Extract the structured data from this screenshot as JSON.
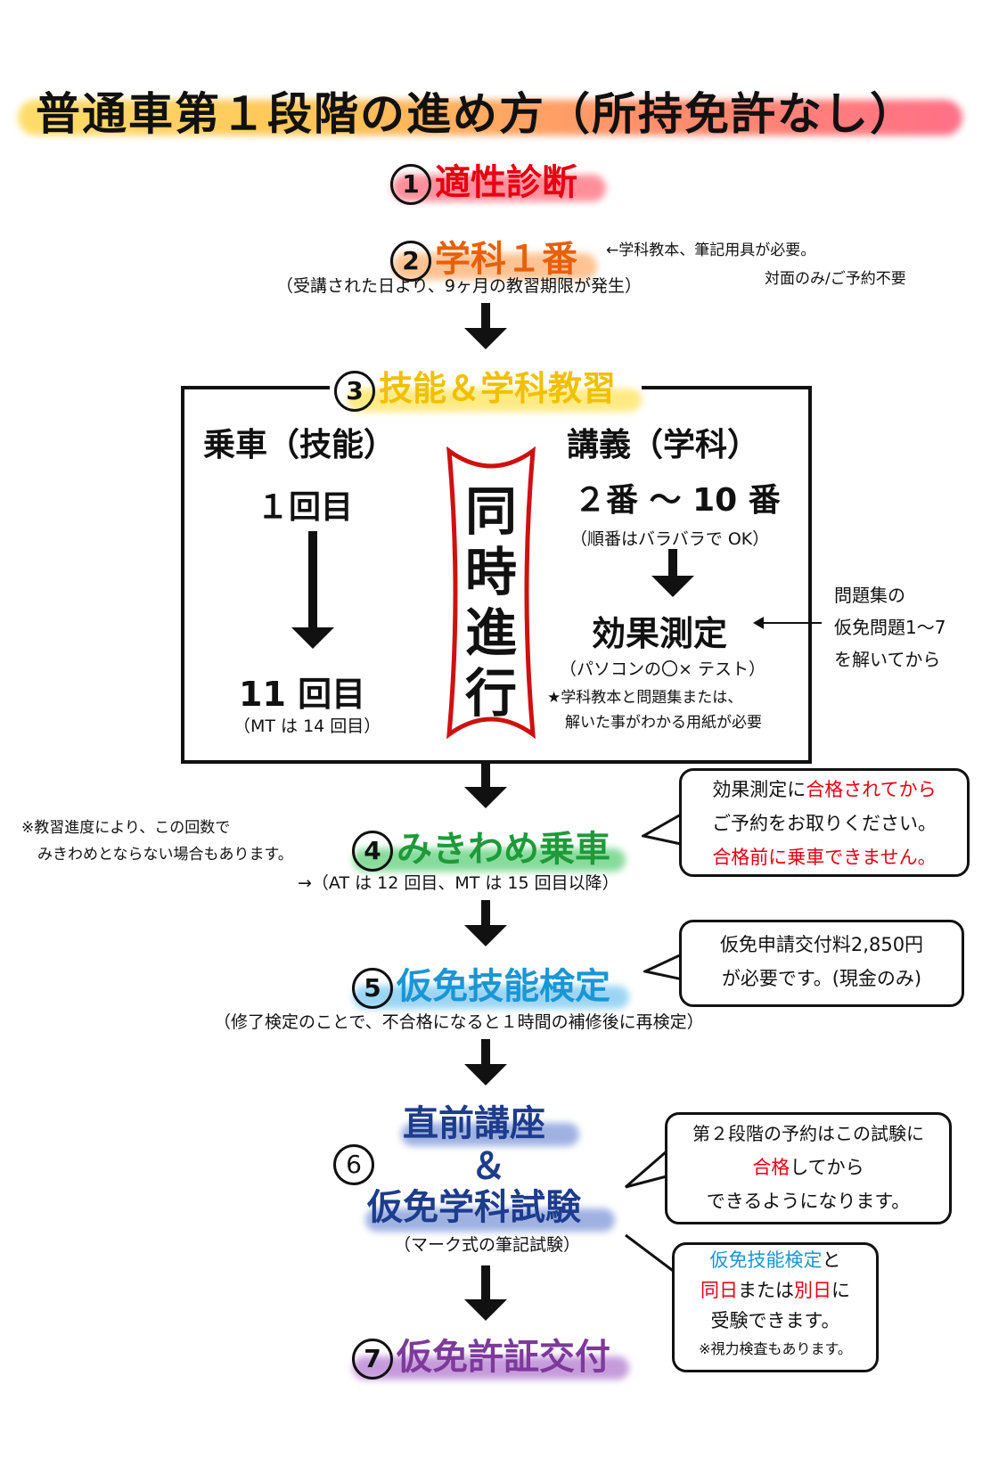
{
  "title": "普通車第１段階の進め方（所持免許なし）",
  "steps": {
    "s1": {
      "num": "1",
      "label": "適性診断",
      "color": "#e60012"
    },
    "s2": {
      "num": "2",
      "label": "学科１番",
      "color": "#e8600a",
      "note": "←学科教本、筆記用具が必要。",
      "note2": "対面のみ/ご予約不要",
      "sub": "（受講された日より、9ヶ月の教習期限が発生）"
    },
    "s3": {
      "num": "3",
      "label": "技能＆学科教習",
      "color": "#f0c000"
    },
    "s4": {
      "num": "4",
      "label": "みきわめ乗車",
      "color": "#1f9a3a",
      "sub": "→（AT は 12 回目、MT は 15 回目以降）",
      "side1": "※教習進度により、この回数で",
      "side2": "みきわめとならない場合もあります。"
    },
    "s5": {
      "num": "5",
      "label": "仮免技能検定",
      "color": "#1a96d4",
      "sub": "（修了検定のことで、不合格になると１時間の補修後に再検定）"
    },
    "s6": {
      "num": "6",
      "label1": "直前講座",
      "amp": "＆",
      "label2": "仮免学科試験",
      "color": "#1e3c8c",
      "sub": "（マーク式の筆記試験）"
    },
    "s7": {
      "num": "7",
      "label": "仮免許証交付",
      "color": "#7d3a9a"
    }
  },
  "box": {
    "left_title": "乗車（技能）",
    "left_start": "１回目",
    "left_end": "11 回目",
    "left_note": "（MT は 14 回目）",
    "center": [
      "同",
      "時",
      "進",
      "行"
    ],
    "right_title": "講義（学科）",
    "right_range": "２番 ～ 10 番",
    "right_note": "（順番はバラバラで OK）",
    "right_test": "効果測定",
    "right_test_note": "（パソコンの〇× テスト）",
    "right_star1": "★学科教本と問題集または、",
    "right_star2": "解いた事がわかる用紙が必要",
    "side1": "問題集の",
    "side2": "仮免問題1～7",
    "side3": "を解いてから"
  },
  "bubbles": {
    "b4": {
      "line1a": "効果測定に",
      "line1b": "合格されてから",
      "line2": "ご予約をお取りください。",
      "line3": "合格前に乗車できません。"
    },
    "b5": {
      "line1": "仮免申請交付料2,850円",
      "line2": "が必要です。(現金のみ)"
    },
    "b6": {
      "line1": "第２段階の予約はこの試験に",
      "line2a": "合格",
      "line2b": "してから",
      "line3": "できるようになります。"
    },
    "b7": {
      "line1a": "仮免技能検定",
      "line1b": "と",
      "line2a": "同日",
      "line2b": "または",
      "line2c": "別日",
      "line2d": "に",
      "line3": "受験できます。",
      "line4": "※視力検査もあります。"
    }
  }
}
